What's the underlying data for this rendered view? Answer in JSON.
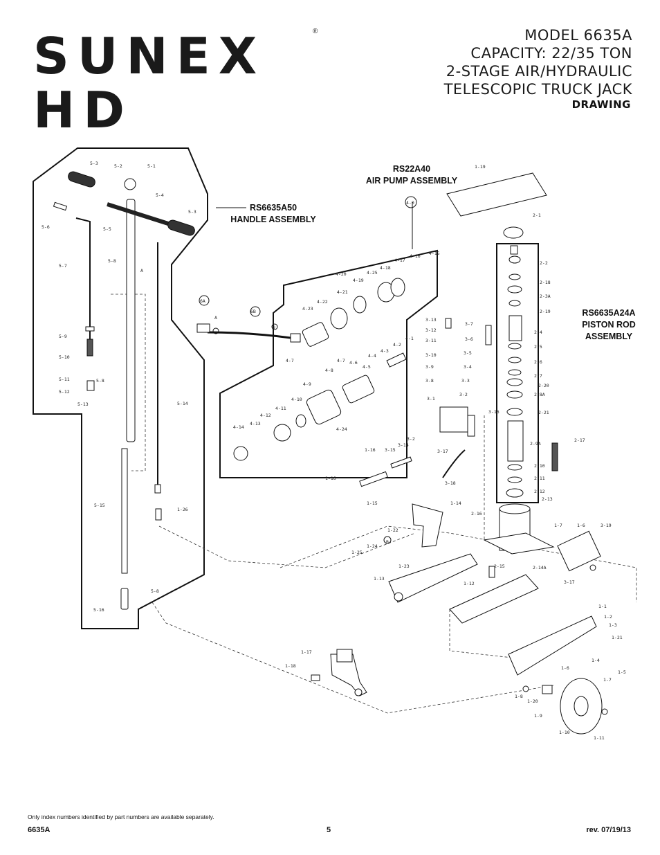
{
  "brand": {
    "logo_text": "SUNEX HD",
    "registered": "®"
  },
  "title": {
    "line1": "MODEL 6635A",
    "line2": "CAPACITY: 22/35 TON",
    "line3": "2-STAGE AIR/HYDRAULIC",
    "line4": "TELESCOPIC TRUCK JACK"
  },
  "section_label": "DRAWING",
  "assemblies": {
    "handle": {
      "part": "RS6635A50",
      "name": "HANDLE ASSEMBLY"
    },
    "air_pump": {
      "part": "RS22A40",
      "name": "AIR PUMP ASSEMBLY"
    },
    "piston_rod": {
      "part": "RS6635A24A",
      "name1": "PISTON ROD",
      "name2": "ASSEMBLY"
    }
  },
  "part_labels": {
    "handle": [
      "5-1",
      "5-2",
      "5-3",
      "5-3",
      "5-4",
      "5-5",
      "5-6",
      "5-7",
      "5-8",
      "5-9",
      "5-10",
      "5-11",
      "5-12",
      "5-13",
      "5-8",
      "5-14",
      "5-15",
      "5-16",
      "5-8",
      "1-26"
    ],
    "pump": [
      "4-0",
      "4-1",
      "4-2",
      "4-3",
      "4-4",
      "4-5",
      "4-6",
      "4-7",
      "4-7",
      "4-8",
      "4-9",
      "4-10",
      "4-11",
      "4-12",
      "4-13",
      "4-14",
      "4-15",
      "4-16",
      "4-17",
      "4-18",
      "4-19",
      "4-20",
      "4-21",
      "4-22",
      "4-23",
      "4-24",
      "4-25",
      "6A",
      "6B",
      "A",
      "B"
    ],
    "valve": [
      "3-1",
      "3-2",
      "3-2",
      "3-3",
      "3-4",
      "3-5",
      "3-6",
      "3-7",
      "3-8",
      "3-9",
      "3-10",
      "3-11",
      "3-12",
      "3-13",
      "3-14",
      "3-15",
      "3-16",
      "3-17",
      "3-17",
      "3-18",
      "3-19"
    ],
    "piston": [
      "1-19",
      "2-1",
      "2-2",
      "2-18",
      "2-3A",
      "2-19",
      "2-4",
      "2-5",
      "2-6",
      "2-7",
      "2-20",
      "2-8A",
      "2-21",
      "2-9A",
      "2-10",
      "2-11",
      "2-12",
      "2-13",
      "2-17",
      "2-14A",
      "2-15",
      "2-16"
    ],
    "frame": [
      "1-1",
      "1-2",
      "1-3",
      "1-4",
      "1-5",
      "1-6",
      "1-6",
      "1-7",
      "1-7",
      "1-8",
      "1-9",
      "1-10",
      "1-11",
      "1-12",
      "1-13",
      "1-14",
      "1-15",
      "1-16",
      "1-16",
      "1-17",
      "1-18",
      "1-20",
      "1-21",
      "1-22",
      "1-23",
      "1-24",
      "1-25",
      "B"
    ]
  },
  "footer": {
    "note": "Only index numbers identified by part numbers are available separately.",
    "model": "6635A",
    "page": "5",
    "revision": "rev. 07/19/13"
  }
}
